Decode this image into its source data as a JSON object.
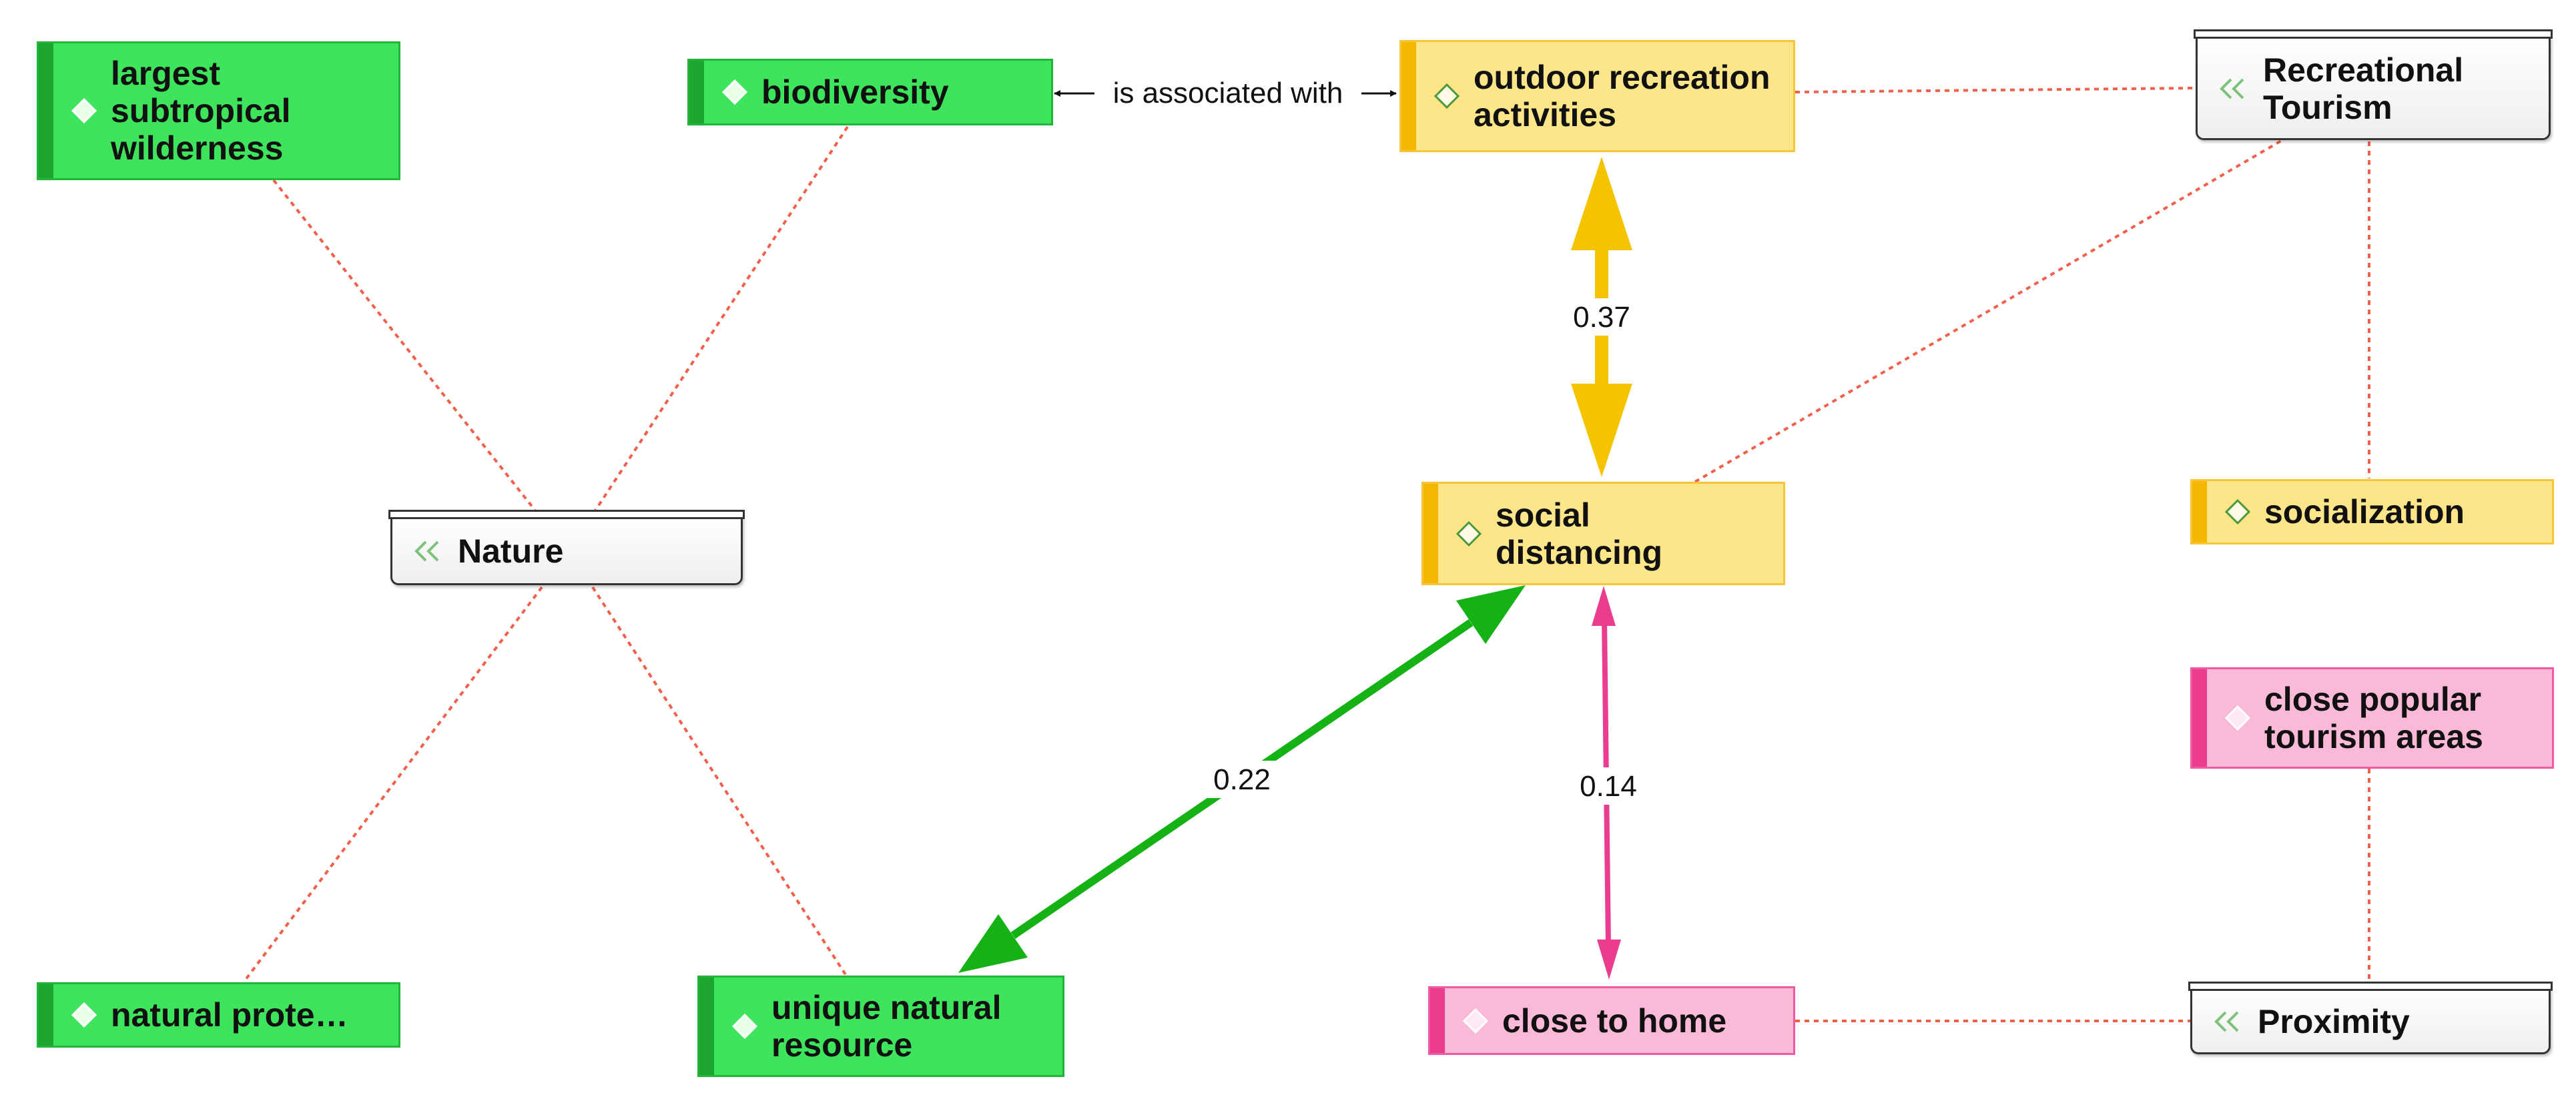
{
  "colors": {
    "green": "#3ee45b",
    "yellow": "#fde68a",
    "pink": "#fbb9d8",
    "dotted_link": "#f0604a",
    "link_yellow": "#f5c400",
    "link_green": "#14b214",
    "link_pink": "#ea3d8f"
  },
  "nodes": {
    "largest_subtropical_wilderness": {
      "label": "largest subtropical wilderness",
      "category": "green",
      "icon": "diamond-icon"
    },
    "biodiversity": {
      "label": "biodiversity",
      "category": "green",
      "icon": "diamond-icon"
    },
    "outdoor_recreation_activities": {
      "label": "outdoor recreation activities",
      "category": "yellow",
      "icon": "diamond-icon"
    },
    "recreational_tourism": {
      "label": "Recreational Tourism",
      "category": "group",
      "icon": "double-chevron-icon"
    },
    "nature": {
      "label": "Nature",
      "category": "group",
      "icon": "double-chevron-icon"
    },
    "social_distancing": {
      "label": "social distancing",
      "category": "yellow",
      "icon": "diamond-icon"
    },
    "socialization": {
      "label": "socialization",
      "category": "yellow",
      "icon": "diamond-icon"
    },
    "close_popular_tourism_areas": {
      "label": "close popular tourism areas",
      "category": "pink",
      "icon": "diamond-icon"
    },
    "natural_protection": {
      "label": "natural prote…",
      "category": "green",
      "icon": "diamond-icon"
    },
    "unique_natural_resource": {
      "label": "unique natural resource",
      "category": "green",
      "icon": "diamond-icon"
    },
    "close_to_home": {
      "label": "close to home",
      "category": "pink",
      "icon": "diamond-icon"
    },
    "proximity": {
      "label": "Proximity",
      "category": "group",
      "icon": "double-chevron-icon"
    }
  },
  "edges": {
    "association": {
      "label": "is associated with",
      "from": "biodiversity",
      "to": "outdoor_recreation_activities",
      "style": "double-arrow"
    },
    "outdoor_social": {
      "label": "0.37",
      "from": "outdoor_recreation_activities",
      "to": "social_distancing",
      "weight": 0.37,
      "color": "yellow"
    },
    "social_unique": {
      "label": "0.22",
      "from": "social_distancing",
      "to": "unique_natural_resource",
      "weight": 0.22,
      "color": "green"
    },
    "social_home": {
      "label": "0.14",
      "from": "social_distancing",
      "to": "close_to_home",
      "weight": 0.14,
      "color": "pink"
    }
  }
}
